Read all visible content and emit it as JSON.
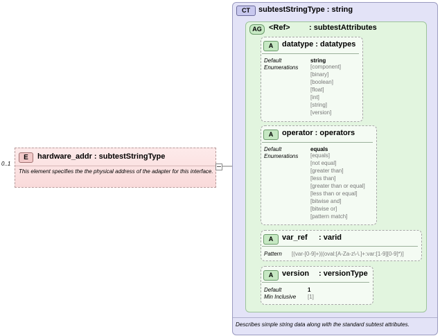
{
  "element": {
    "badge": "E",
    "title": "hardware_addr : subtestStringType",
    "doc": "This element specifies the the physical address of the adapter for this interface.",
    "occurs": "0..1"
  },
  "complex_type": {
    "badge": "CT",
    "title": "subtestStringType : string",
    "doc": "Describes simple string data along with the standard subtest attributes."
  },
  "attribute_group": {
    "badge": "AG",
    "ref": "<Ref>",
    "title": ": subtestAttributes"
  },
  "attributes": [
    {
      "badge": "A",
      "title": "datatype : datatypes",
      "default_label": "Default",
      "default_value": "string",
      "enum_label": "Enumerations",
      "enumerations": [
        "[component]",
        "[binary]",
        "[boolean]",
        "[float]",
        "[int]",
        "[string]",
        "[version]"
      ]
    },
    {
      "badge": "A",
      "title": "operator : operators",
      "default_label": "Default",
      "default_value": "equals",
      "enum_label": "Enumerations",
      "enumerations": [
        "[equals]",
        "[not equal]",
        "[greater than]",
        "[less than]",
        "[greater than or equal]",
        "[less than or equal]",
        "[bitwise and]",
        "[bitwise or]",
        "[pattern match]"
      ]
    },
    {
      "badge": "A",
      "title": "var_ref",
      "title_type": ": varid",
      "pattern_label": "Pattern",
      "pattern_value": "[(var-[0-9]+)|(oval:[A-Za-z\\-\\.]+:var:[1-9][0-9]*)]"
    },
    {
      "badge": "A",
      "title": "version",
      "title_type": ": versionType",
      "default_label": "Default",
      "default_value": "1",
      "min_label": "Min Inclusive",
      "min_value": "[1]"
    }
  ],
  "colors": {
    "element_fill": "#f9dada",
    "complex_type_fill": "#e3e3f7",
    "attribute_group_fill": "#e2f5df",
    "attribute_fill": "#f4fbf3"
  }
}
